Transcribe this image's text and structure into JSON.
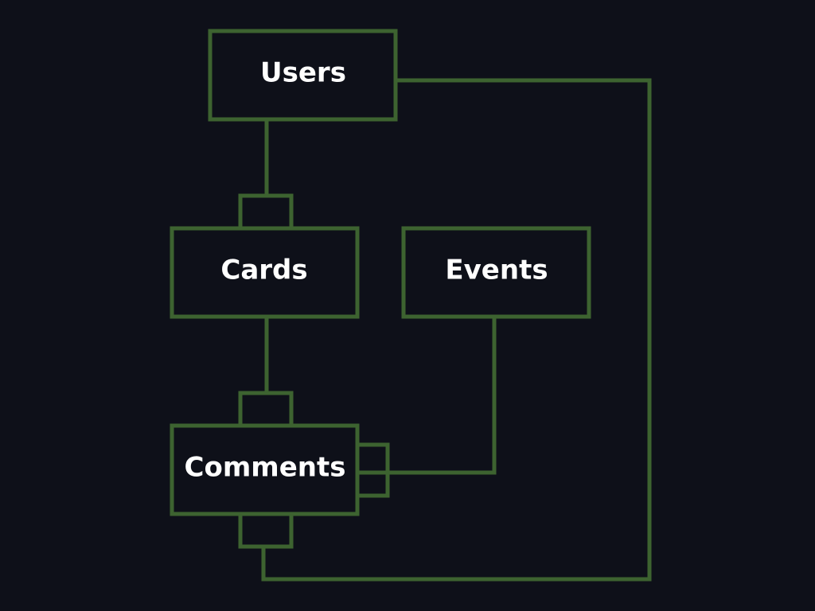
{
  "colors": {
    "background": "#0e1019",
    "stroke": "#3d6330",
    "text": "#ffffff"
  },
  "entities": {
    "users": "Users",
    "cards": "Cards",
    "events": "Events",
    "comments": "Comments"
  },
  "relationships": [
    {
      "from": "Users",
      "to": "Cards"
    },
    {
      "from": "Cards",
      "to": "Comments"
    },
    {
      "from": "Events",
      "to": "Comments"
    },
    {
      "from": "Users",
      "to": "Comments"
    }
  ]
}
